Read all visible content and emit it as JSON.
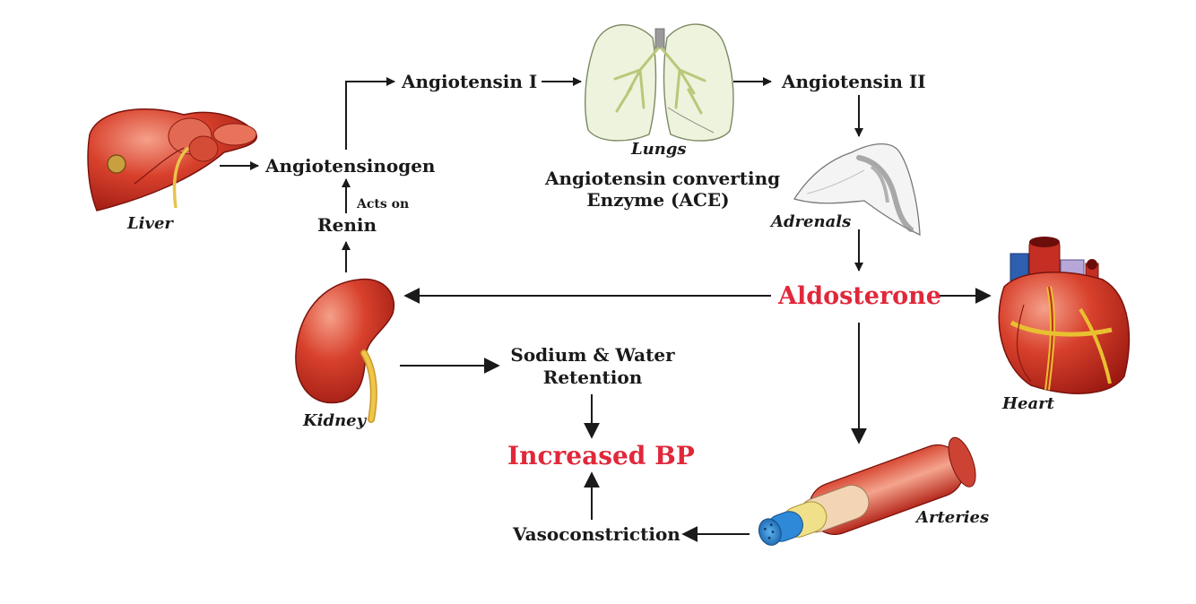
{
  "organs": {
    "liver": "Liver",
    "lungs": "Lungs",
    "adrenals": "Adrenals",
    "kidney": "Kidney",
    "heart": "Heart",
    "arteries": "Arteries"
  },
  "nodes": {
    "angiotensinogen": "Angiotensinogen",
    "angiotensin_i": "Angiotensin I",
    "angiotensin_ii": "Angiotensin II",
    "ace_line1": "Angiotensin converting",
    "ace_line2": "Enzyme (ACE)",
    "renin": "Renin",
    "acts_on": "Acts on",
    "aldosterone": "Aldosterone",
    "sodium_line1": "Sodium & Water",
    "sodium_line2": "Retention",
    "increased_bp": "Increased BP",
    "vasoconstriction": "Vasoconstriction"
  },
  "colors": {
    "organ_red": "#c8281e",
    "highlight_text": "#e0283a",
    "text": "#1a1a1a"
  }
}
